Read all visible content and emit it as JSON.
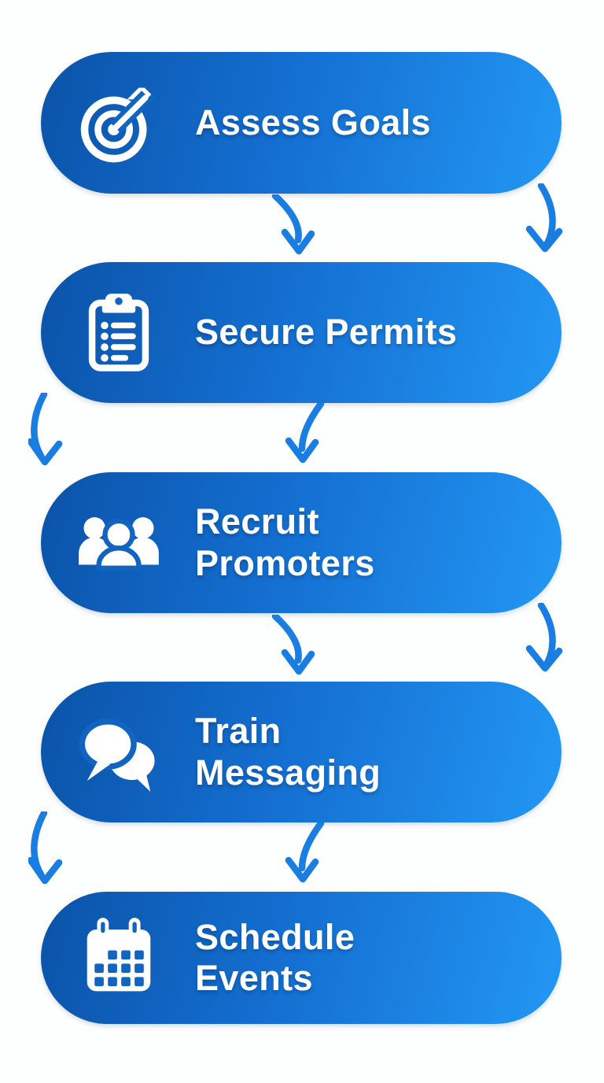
{
  "diagram_type": "vertical-process-flow",
  "colors": {
    "pill_gradient_start": "#0b53a9",
    "pill_gradient_mid": "#1470d2",
    "pill_gradient_end": "#2397f4",
    "arrow": "#1a7de2",
    "text": "#ffffff",
    "icon_cutout": "#1164bf",
    "background": "#fdfefe"
  },
  "steps": [
    {
      "icon": "target-arrow-icon",
      "lines": [
        "Assess Goals"
      ]
    },
    {
      "icon": "clipboard-checklist-icon",
      "lines": [
        "Secure Permits"
      ]
    },
    {
      "icon": "people-group-icon",
      "lines": [
        "Recruit",
        "Promoters"
      ]
    },
    {
      "icon": "speech-bubbles-icon",
      "lines": [
        "Train",
        "Messaging"
      ]
    },
    {
      "icon": "calendar-icon",
      "lines": [
        "Schedule",
        "Events"
      ]
    }
  ],
  "connectors": [
    {
      "between": "assess-goals_secure-permits",
      "arrows": [
        "center",
        "right"
      ]
    },
    {
      "between": "secure-permits_recruit-promoters",
      "arrows": [
        "left",
        "center"
      ]
    },
    {
      "between": "recruit-promoters_train-messaging",
      "arrows": [
        "center",
        "right"
      ]
    },
    {
      "between": "train-messaging_schedule-events",
      "arrows": [
        "left",
        "center"
      ]
    }
  ]
}
